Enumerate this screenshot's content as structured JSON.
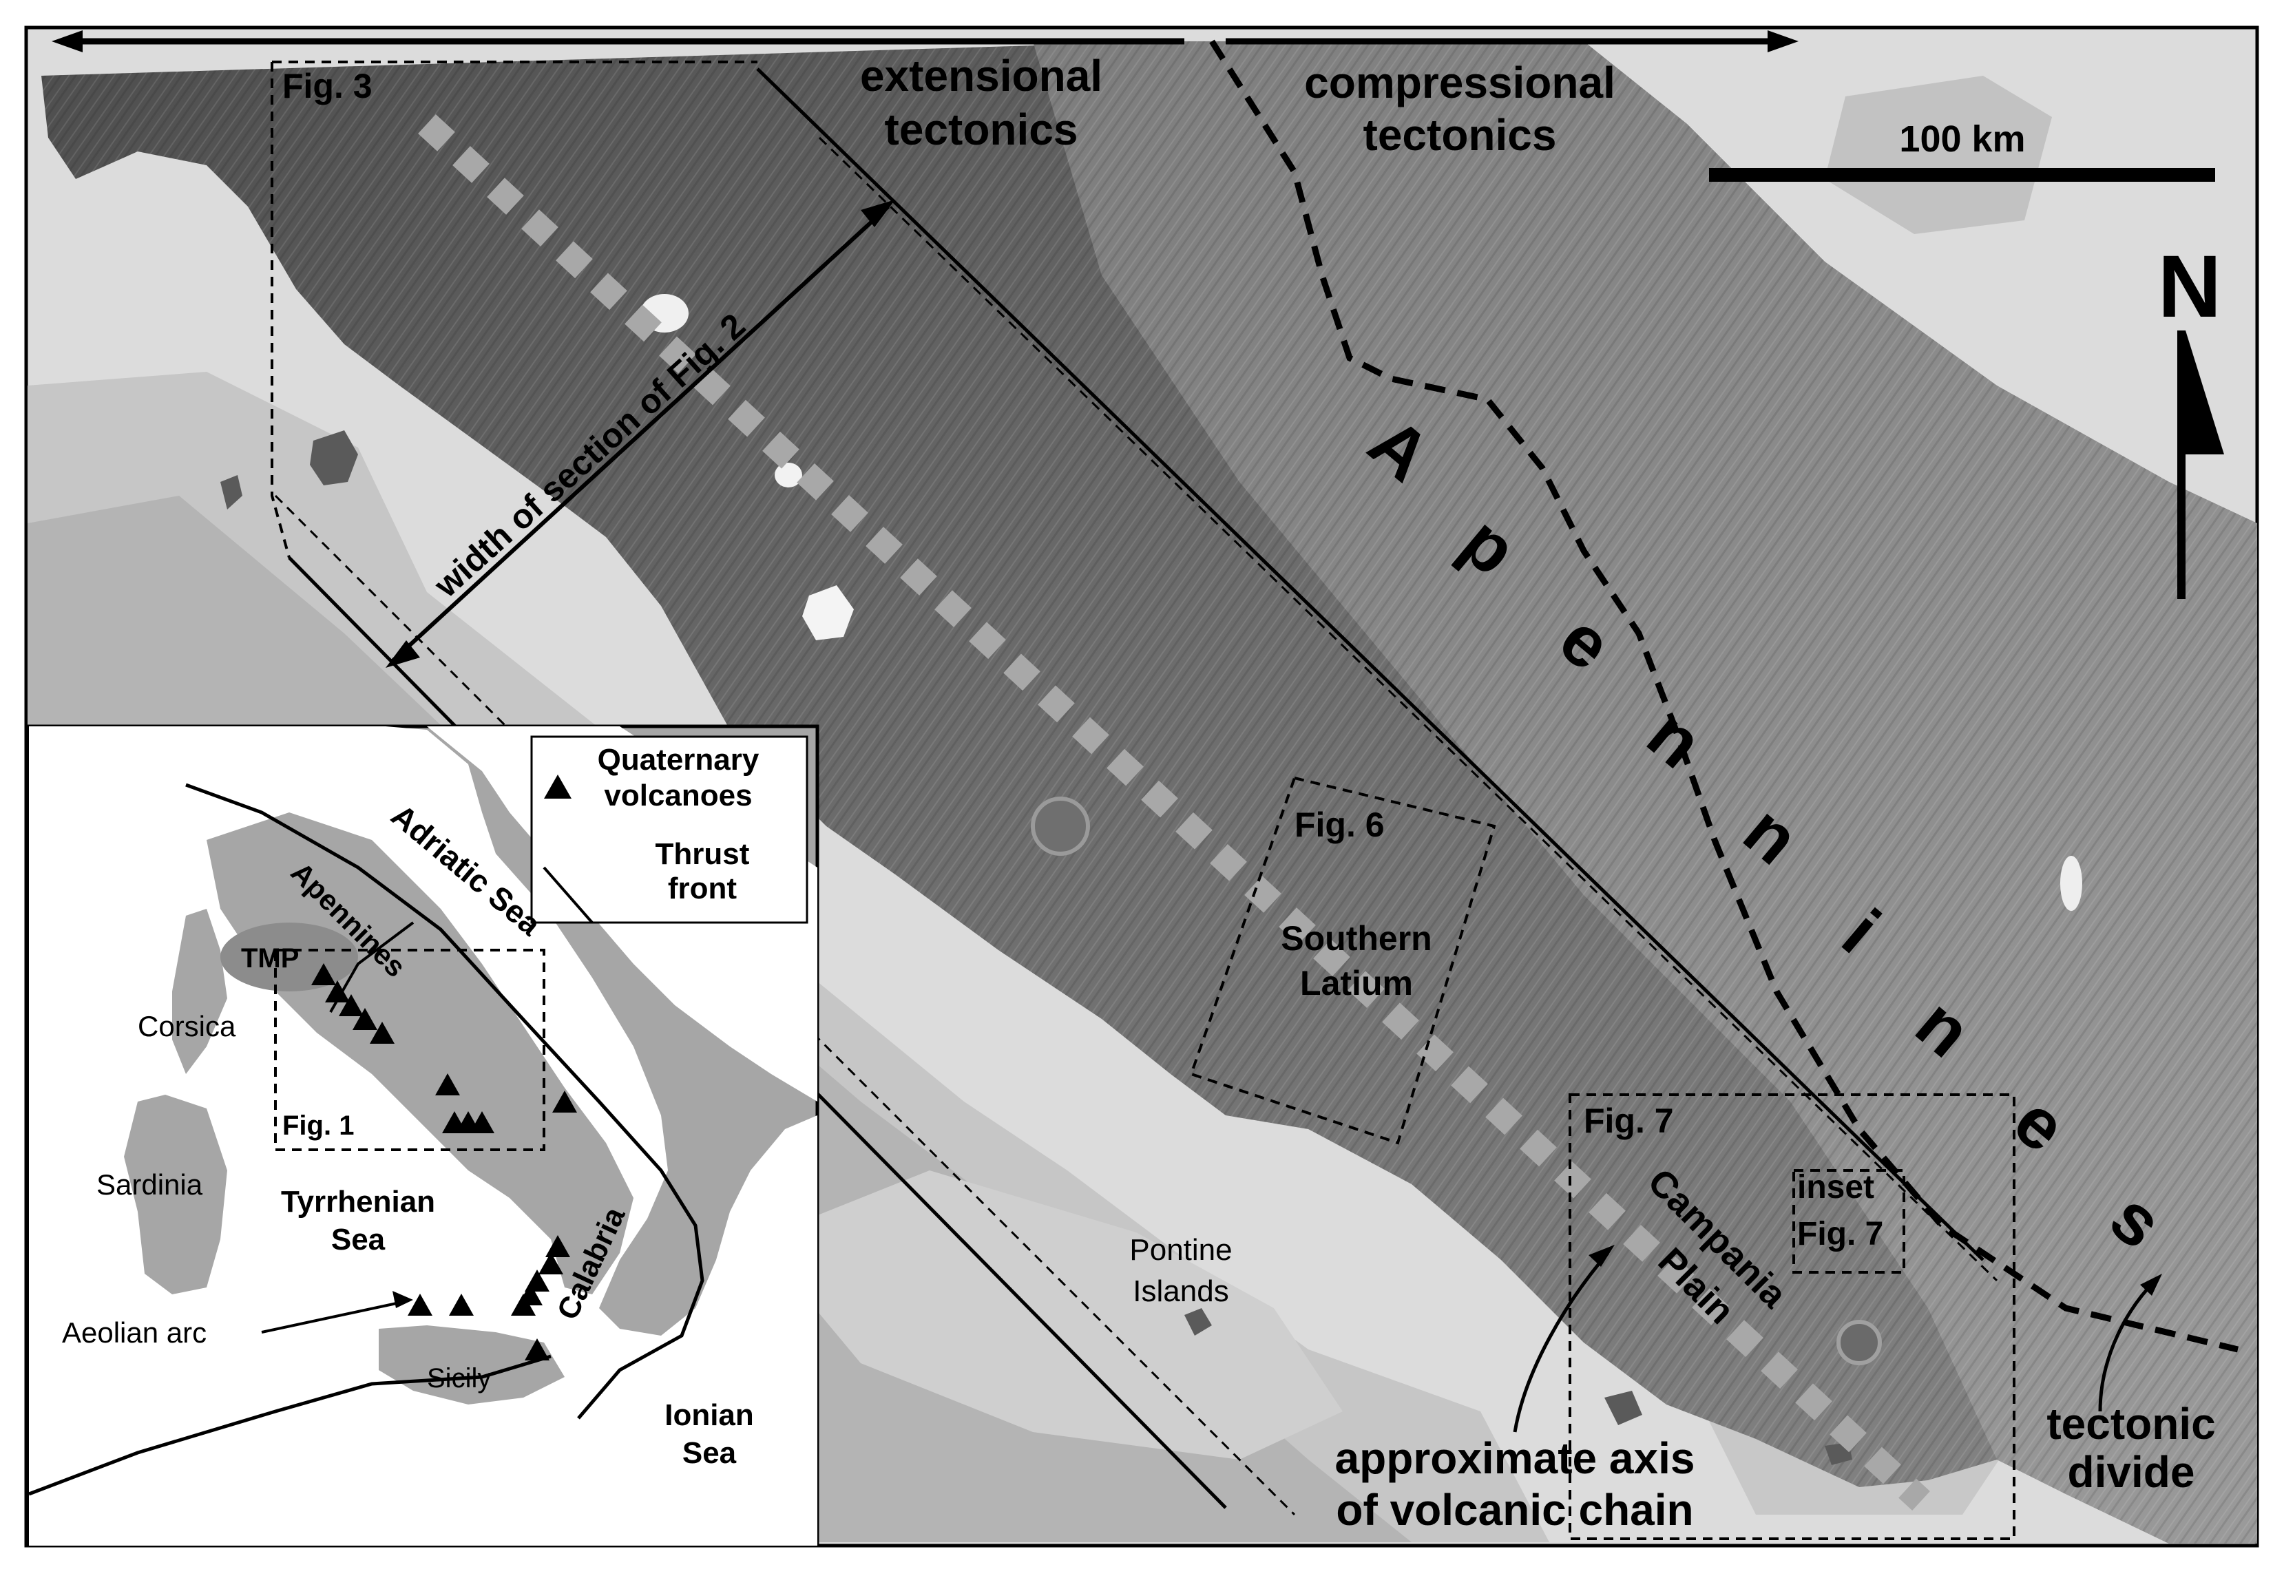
{
  "figure_labels": {
    "fig3": "Fig. 3",
    "fig6": "Fig. 6",
    "fig7": "Fig. 7",
    "inset_fig7_line1": "inset",
    "inset_fig7_line2": "Fig. 7"
  },
  "tectonics": {
    "extensional_line1": "extensional",
    "extensional_line2": "tectonics",
    "compressional_line1": "compressional",
    "compressional_line2": "tectonics"
  },
  "scale": {
    "label": "100 km"
  },
  "north": {
    "label": "N"
  },
  "section": {
    "label": "width of section of Fig. 2"
  },
  "region_labels": {
    "apennines_letters": [
      "A",
      "p",
      "e",
      "n",
      "n",
      "i",
      "n",
      "e",
      "s"
    ],
    "southern_latium_line1": "Southern",
    "southern_latium_line2": "Latium",
    "campania_line1": "Campania",
    "campania_line2": "Plain",
    "pontine_line1": "Pontine",
    "pontine_line2": "Islands"
  },
  "annotations": {
    "axis_line1": "approximate axis",
    "axis_line2": "of volcanic chain",
    "divide_line1": "tectonic",
    "divide_line2": "divide"
  },
  "inset": {
    "legend": {
      "volcanoes_line1": "Quaternary",
      "volcanoes_line2": "volcanoes",
      "thrust_line1": "Thrust",
      "thrust_line2": "front"
    },
    "labels": {
      "adriatic": "Adriatic Sea",
      "apennines": "Apennines",
      "tmp": "TMP",
      "corsica": "Corsica",
      "sardinia": "Sardinia",
      "fig1": "Fig. 1",
      "tyrrhenian_line1": "Tyrrhenian",
      "tyrrhenian_line2": "Sea",
      "calabria": "Calabria",
      "aeolian": "Aeolian arc",
      "sicily": "Sicily",
      "ionian_line1": "Ionian",
      "ionian_line2": "Sea"
    }
  },
  "colors": {
    "background": "#ffffff",
    "sea_light": "#dcdcdc",
    "sea_mid": "#b9b9b9",
    "land_dark": "#5a5a5a",
    "land_mid": "#7a7a7a",
    "volcanic_axis": "#a8a8a8",
    "ink": "#000000",
    "inset_land": "#a6a6a6",
    "inset_sea": "#ffffff"
  }
}
